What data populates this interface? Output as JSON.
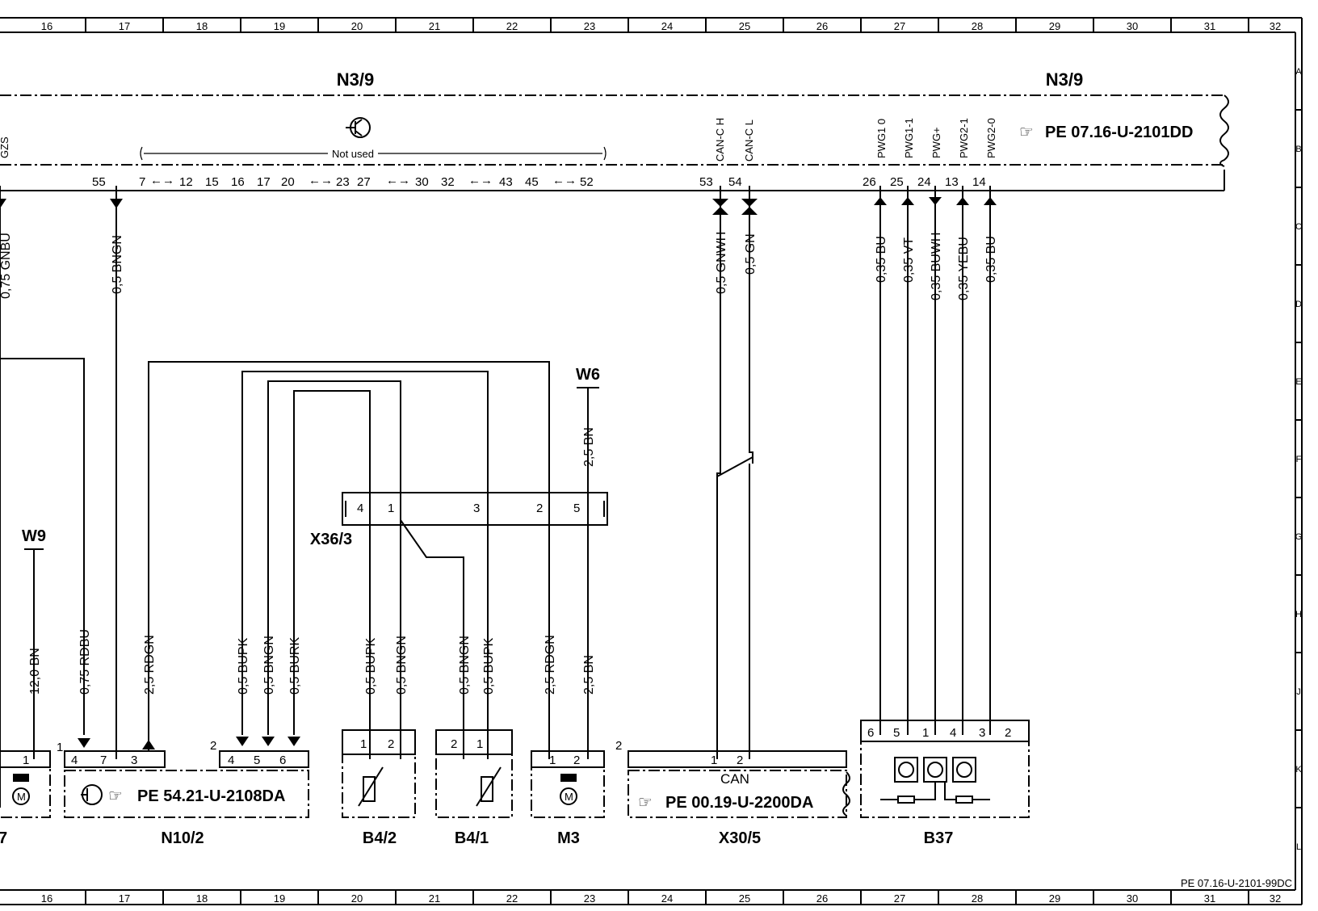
{
  "grid": {
    "columns": [
      "16",
      "17",
      "18",
      "19",
      "20",
      "21",
      "22",
      "23",
      "24",
      "25",
      "26",
      "27",
      "28",
      "29",
      "30",
      "31",
      "32"
    ],
    "rows": [
      "A",
      "B",
      "C",
      "D",
      "E",
      "F",
      "G",
      "H",
      "J",
      "K",
      "L"
    ]
  },
  "module": {
    "name_left": "N3/9",
    "name_right": "N3/9",
    "ref": "PE 07.16-U-2101DD",
    "not_used_label": "Not used",
    "pins_left": [
      "55",
      "7",
      "12",
      "15",
      "16",
      "17",
      "20",
      "23",
      "27",
      "30",
      "32",
      "43",
      "45",
      "52"
    ],
    "gap_symbol": "←→",
    "can_pins": [
      "53",
      "54"
    ],
    "can_labels": [
      "CAN-C H",
      "CAN-C L"
    ],
    "pwg_pins": [
      "26",
      "25",
      "24",
      "13",
      "14"
    ],
    "pwg_labels": [
      "PWG1 0",
      "PWG1-1",
      "PWG+",
      "PWG2-1",
      "PWG2-0"
    ],
    "partial_label": "GZS"
  },
  "wires_top": [
    "0,75 GNBU",
    "0,5 BNGN",
    "0,5 GNWH",
    "0,5 GN",
    "0,35 BU",
    "0,35 VT",
    "0,35 BUWH",
    "0,35 YEBU",
    "0,35 BU"
  ],
  "connector_x36": {
    "name": "X36/3",
    "pins": [
      "4",
      "1",
      "3",
      "2",
      "5"
    ]
  },
  "w6": {
    "name": "W6",
    "wire": "2,5 BN"
  },
  "w9": {
    "name": "W9",
    "wire": "12,0 BN"
  },
  "wires_bottom": [
    "0,75 RDBU",
    "2,5 RDGN",
    "0,5 BUPK",
    "0,5 BNGN",
    "0,5 BURK",
    "0,5 BUPK",
    "0,5 BNGN",
    "0,5 BNGN",
    "0,5 BUPK",
    "2,5 RDGN",
    "2,5 BN"
  ],
  "components": {
    "m_left": {
      "pin": "1",
      "name_partial": "7"
    },
    "n10_2": {
      "name": "N10/2",
      "ref": "PE 54.21-U-2108DA",
      "pins": [
        "1",
        "4",
        "7",
        "3",
        "2",
        "4",
        "5",
        "6"
      ]
    },
    "b4_2": {
      "name": "B4/2",
      "pins": [
        "1",
        "2"
      ]
    },
    "b4_1": {
      "name": "B4/1",
      "pins": [
        "2",
        "1"
      ]
    },
    "m3": {
      "name": "M3",
      "pins": [
        "1",
        "2"
      ]
    },
    "x30_5": {
      "name": "X30/5",
      "label": "CAN",
      "ref": "PE 00.19-U-2200DA",
      "pins": [
        "2",
        "1",
        "2"
      ]
    },
    "b37": {
      "name": "B37",
      "pins": [
        "6",
        "5",
        "1",
        "4",
        "3",
        "2"
      ]
    }
  },
  "doc_id": "PE 07.16-U-2101-99DC"
}
